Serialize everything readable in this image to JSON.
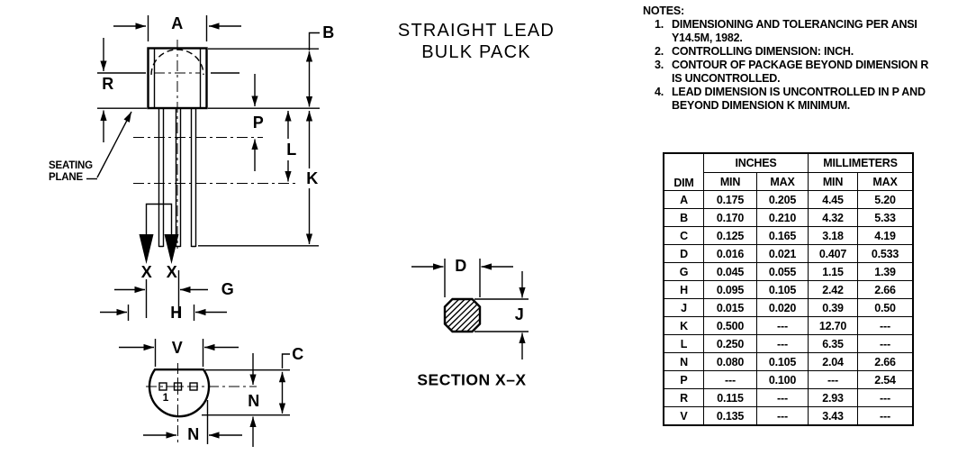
{
  "title": {
    "line1": "STRAIGHT LEAD",
    "line2": "BULK PACK"
  },
  "section_caption": "SECTION X–X",
  "seating_plane": {
    "line1": "SEATING",
    "line2": "PLANE"
  },
  "dim_labels": {
    "a": "A",
    "b": "B",
    "r": "R",
    "p": "P",
    "l": "L",
    "k": "K",
    "x1": "X",
    "x2": "X",
    "g": "G",
    "h": "H",
    "v": "V",
    "c": "C",
    "n_side": "N",
    "n_bottom": "N",
    "pin1": "1",
    "d": "D",
    "j": "J"
  },
  "notes": {
    "heading": "NOTES:",
    "items": [
      {
        "num": "1.",
        "lines": [
          "DIMENSIONING AND TOLERANCING PER ANSI",
          "Y14.5M, 1982."
        ]
      },
      {
        "num": "2.",
        "lines": [
          "CONTROLLING DIMENSION: INCH.",
          ""
        ]
      },
      {
        "num": "3.",
        "lines": [
          "CONTOUR OF PACKAGE BEYOND DIMENSION R",
          "IS UNCONTROLLED."
        ]
      },
      {
        "num": "4.",
        "lines": [
          "LEAD DIMENSION IS UNCONTROLLED IN P AND",
          "BEYOND DIMENSION K MINIMUM."
        ]
      }
    ]
  },
  "table": {
    "col_groups": {
      "dim": "DIM",
      "inches": "INCHES",
      "millimeters": "MILLIMETERS"
    },
    "sub_headers": {
      "min": "MIN",
      "max": "MAX"
    },
    "rows": [
      [
        "A",
        "0.175",
        "0.205",
        "4.45",
        "5.20"
      ],
      [
        "B",
        "0.170",
        "0.210",
        "4.32",
        "5.33"
      ],
      [
        "C",
        "0.125",
        "0.165",
        "3.18",
        "4.19"
      ],
      [
        "D",
        "0.016",
        "0.021",
        "0.407",
        "0.533"
      ],
      [
        "G",
        "0.045",
        "0.055",
        "1.15",
        "1.39"
      ],
      [
        "H",
        "0.095",
        "0.105",
        "2.42",
        "2.66"
      ],
      [
        "J",
        "0.015",
        "0.020",
        "0.39",
        "0.50"
      ],
      [
        "K",
        "0.500",
        "---",
        "12.70",
        "---"
      ],
      [
        "L",
        "0.250",
        "---",
        "6.35",
        "---"
      ],
      [
        "N",
        "0.080",
        "0.105",
        "2.04",
        "2.66"
      ],
      [
        "P",
        "---",
        "0.100",
        "---",
        "2.54"
      ],
      [
        "R",
        "0.115",
        "---",
        "2.93",
        "---"
      ],
      [
        "V",
        "0.135",
        "---",
        "3.43",
        "---"
      ]
    ]
  },
  "colors": {
    "ink": "#000000",
    "background": "#ffffff"
  }
}
